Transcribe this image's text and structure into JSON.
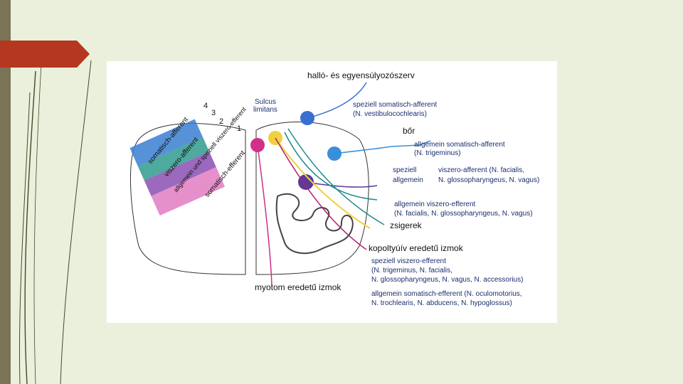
{
  "slide": {
    "background_color": "#eaf0dc",
    "bar_color": "#7a7356",
    "accent_color": "#b5371f"
  },
  "diagram": {
    "top_label": "halló- és egyensúlyozószerv",
    "sulcus_label": "Sulcus\nlimitans",
    "band_numbers": [
      "4",
      "3",
      "2",
      "1"
    ],
    "band_labels": [
      "somatisch-afferent",
      "viszero-afferent",
      "allgemein und speziell viszero-efferent",
      "somatisch-efferent"
    ],
    "band_colors": [
      "#3a7fd1",
      "#2f9a8d",
      "#8a4fb1",
      "#e27cc2"
    ],
    "receptor_labels": {
      "skin": "bőr",
      "viscera": "zsigerek",
      "branchial_muscles": "kopoltyúív eredetű izmok",
      "myotome_muscles": "myotom eredetű izmok"
    },
    "pathway_labels": {
      "special_somatic_afferent": "speziell somatisch-afferent",
      "special_somatic_afferent_nerves": "(N. vestibulocochlearis)",
      "general_somatic_afferent": "allgemein somatisch-afferent",
      "general_somatic_afferent_nerves": "(N. trigeminus)",
      "special_prefix": "speziell",
      "general_prefix": "allgemein",
      "visceral_afferent_1": "viszero-afferent (N. facialis,",
      "visceral_afferent_2": "N. glossopharyngeus, N. vagus)",
      "general_visceral_efferent": "allgemein viszero-efferent",
      "general_visceral_efferent_nerves": "(N. facialis, N. glossopharyngeus, N. vagus)",
      "special_visceral_efferent": "speziell viszero-efferent",
      "special_visceral_efferent_nerves_1": "(N. trigeminus, N. facialis,",
      "special_visceral_efferent_nerves_2": "N. glossopharyngeus, N. vagus, N. accessorius)",
      "general_somatic_efferent": "allgemein somatisch-efferent (N. oculomotorius,",
      "general_somatic_efferent_nerves": "N. trochlearis, N. abducens, N. hypoglossus)"
    },
    "neuron_colors": {
      "special_somatic_afferent": "#3a6fd1",
      "general_somatic_afferent": "#3a8fd8",
      "visceral_afferent": "#5a3a9a",
      "visceral_efferent": "#f0d040",
      "somatic_efferent": "#d0308a",
      "pathway_teal": "#1e8a8a"
    }
  }
}
